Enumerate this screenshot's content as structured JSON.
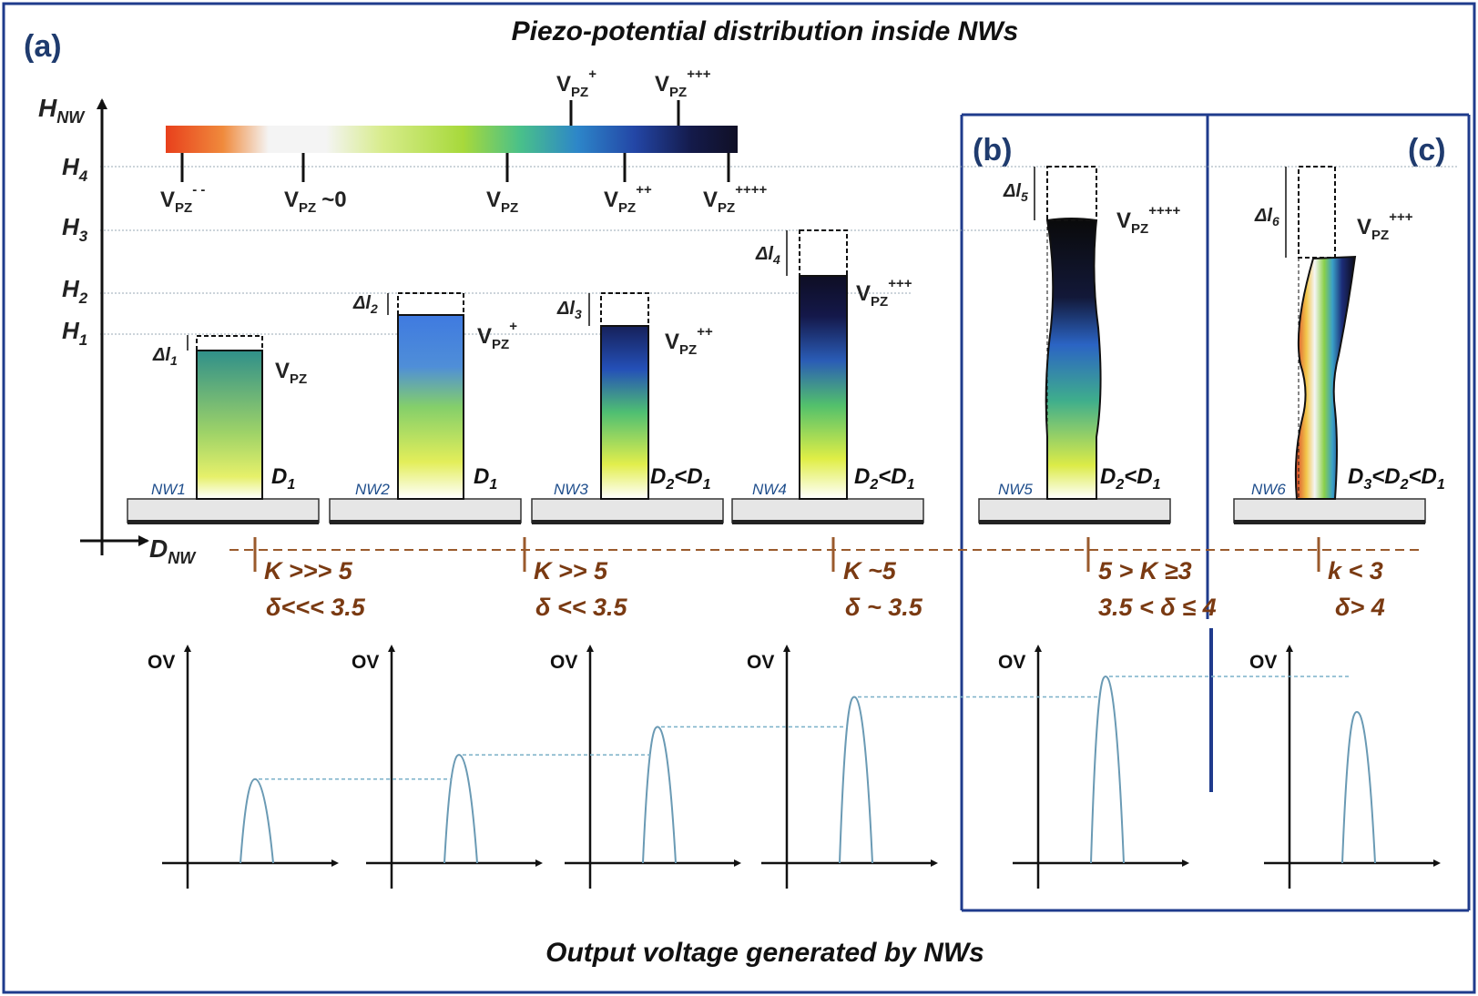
{
  "title": "Piezo-potential distribution inside NWs",
  "footer": "Output voltage generated by NWs",
  "panels": {
    "a": "(a)",
    "b": "(b)",
    "c": "(c)"
  },
  "axes": {
    "y_main": "H",
    "y_sub": "NW",
    "x_main": "D",
    "x_sub": "NW",
    "heights": [
      {
        "main": "H",
        "sub": "4"
      },
      {
        "main": "H",
        "sub": "3"
      },
      {
        "main": "H",
        "sub": "2"
      },
      {
        "main": "H",
        "sub": "1"
      }
    ]
  },
  "colorbar": {
    "top_markers": [
      {
        "main": "V",
        "sub": "PZ",
        "sup": "+"
      },
      {
        "main": "V",
        "sub": "PZ",
        "sup": "+++"
      }
    ],
    "bottom_markers": [
      {
        "main": "V",
        "sub": "PZ",
        "sup": "- -",
        "after": ""
      },
      {
        "main": "V",
        "sub": "PZ",
        "sup": "",
        "after": "~0"
      },
      {
        "main": "V",
        "sub": "PZ",
        "sup": "",
        "after": ""
      },
      {
        "main": "V",
        "sub": "PZ",
        "sup": "++",
        "after": ""
      },
      {
        "main": "V",
        "sub": "PZ",
        "sup": "++++",
        "after": ""
      }
    ],
    "colors": [
      "#e8401c",
      "#f08a3c",
      "#f4f4f4",
      "#f4f4f4",
      "#d7ec8a",
      "#a7d93b",
      "#49c08a",
      "#2d86c9",
      "#2346a6",
      "#141a4a",
      "#101026"
    ]
  },
  "nanowires": [
    {
      "id": "NW1",
      "dl": "1",
      "vpz_sup": "",
      "diam": [
        {
          "t": "D"
        },
        {
          "s": "1"
        }
      ]
    },
    {
      "id": "NW2",
      "dl": "2",
      "vpz_sup": "+",
      "diam": [
        {
          "t": "D"
        },
        {
          "s": "1"
        }
      ]
    },
    {
      "id": "NW3",
      "dl": "3",
      "vpz_sup": "++",
      "diam": [
        {
          "t": "D"
        },
        {
          "s": "2"
        },
        {
          "t": "<D"
        },
        {
          "s": "1"
        }
      ]
    },
    {
      "id": "NW4",
      "dl": "4",
      "vpz_sup": "+++",
      "diam": [
        {
          "t": "D"
        },
        {
          "s": "2"
        },
        {
          "t": "<D"
        },
        {
          "s": "1"
        }
      ]
    },
    {
      "id": "NW5",
      "dl": "5",
      "vpz_sup": "++++",
      "diam": [
        {
          "t": "D"
        },
        {
          "s": "2"
        },
        {
          "t": "<D"
        },
        {
          "s": "1"
        }
      ]
    },
    {
      "id": "NW6",
      "dl": "6",
      "vpz_sup": "+++",
      "diam": [
        {
          "t": "D"
        },
        {
          "s": "3"
        },
        {
          "t": "<D"
        },
        {
          "s": "2"
        },
        {
          "t": "<D"
        },
        {
          "s": "1"
        }
      ]
    }
  ],
  "delta_prefix": "Δl",
  "regimes": [
    {
      "k": "K >>> 5",
      "d": "δ<<< 3.5"
    },
    {
      "k": "K >> 5",
      "d": "δ << 3.5"
    },
    {
      "k": "K ~5",
      "d": "δ ~ 3.5"
    },
    {
      "k": "5 > K ≥3",
      "d": "3.5 < δ ≤ 4"
    },
    {
      "k": "k < 3",
      "d": "δ> 4"
    }
  ],
  "ov_label": "OV",
  "output_voltage_relative": [
    0.45,
    0.58,
    0.73,
    0.89,
    1.0,
    0.81
  ],
  "colors": {
    "frame": "#1f3b8c",
    "dashed_scale": "#9a5a2c",
    "pulse": "#6a9ab4",
    "level_link": "#7ab0c8",
    "guide": "#9aa8b4"
  }
}
